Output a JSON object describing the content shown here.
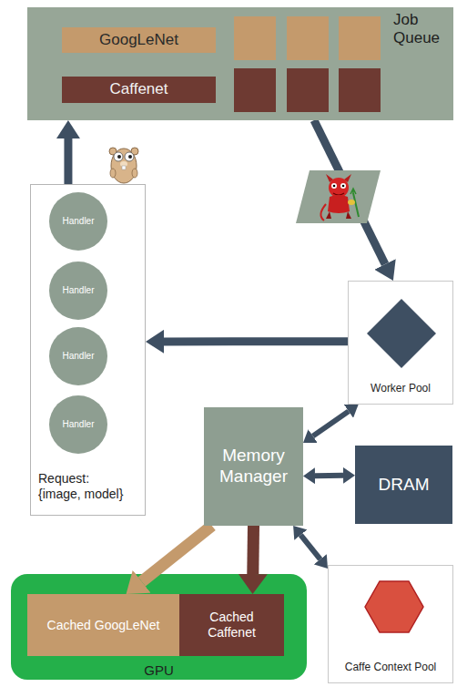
{
  "diagram": {
    "nodes": [
      {
        "text": [
          "Job Queue"
        ]
      },
      {
        "text": [
          "GoogLeNet"
        ],
        "in": 0
      },
      {
        "text": [
          "Caffenet"
        ],
        "in": 0
      },
      {
        "text": [
          "Request: {image, model}"
        ]
      },
      {
        "text": [
          "Handler"
        ],
        "in": 3
      },
      {
        "text": [
          "Handler"
        ],
        "in": 3
      },
      {
        "text": [
          "Handler"
        ],
        "in": 3
      },
      {
        "text": [
          "Handler"
        ],
        "in": 3
      },
      {
        "text": [
          "Worker Pool"
        ]
      },
      {
        "text": [
          "Memory Manager"
        ]
      },
      {
        "text": [
          "DRAM"
        ]
      },
      {
        "text": [
          "GPU"
        ]
      },
      {
        "text": [
          "Cached GoogLeNet"
        ],
        "in": 11
      },
      {
        "text": [
          "Cached Caffenet"
        ],
        "in": 11
      },
      {
        "text": [
          "Caffe Context Pool"
        ]
      }
    ],
    "edges": [
      {
        "from": 3,
        "to": 0,
        "arrow": "to"
      },
      {
        "from": 0,
        "to": 8,
        "arrow": "to"
      },
      {
        "from": 8,
        "to": 3,
        "arrow": "to"
      },
      {
        "from": 9,
        "to": 8,
        "arrow": "both"
      },
      {
        "from": 9,
        "to": 10,
        "arrow": "both"
      },
      {
        "from": 9,
        "to": 14,
        "arrow": "both"
      },
      {
        "from": 9,
        "to": 12,
        "arrow": "to"
      },
      {
        "from": 9,
        "to": 13,
        "arrow": "to"
      }
    ]
  }
}
